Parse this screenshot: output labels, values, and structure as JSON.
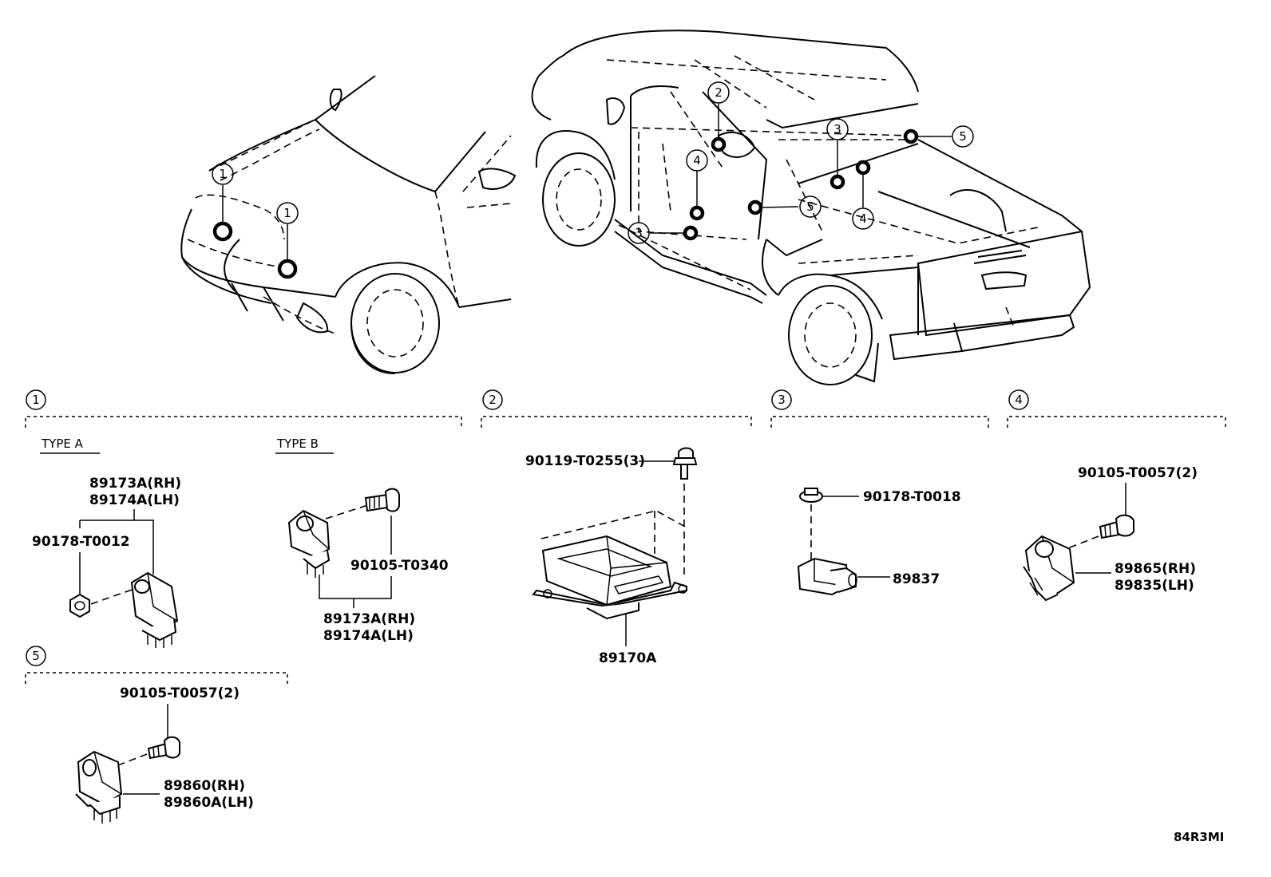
{
  "diagram_id": "84R3MI",
  "sections": [
    {
      "number": "1",
      "types": [
        "TYPE A",
        "TYPE B"
      ]
    },
    {
      "number": "2"
    },
    {
      "number": "3"
    },
    {
      "number": "4"
    },
    {
      "number": "5"
    }
  ],
  "locators": [
    "1",
    "1",
    "2",
    "3",
    "3",
    "4",
    "4",
    "5",
    "5"
  ],
  "parts": {
    "s1_typeA_sensor_rh": "89173A(RH)",
    "s1_typeA_sensor_lh": "89174A(LH)",
    "s1_typeA_nut": "90178-T0012",
    "s1_typeB_bolt": "90105-T0340",
    "s1_typeB_sensor_rh": "89173A(RH)",
    "s1_typeB_sensor_lh": "89174A(LH)",
    "s2_bolt": "90119-T0255(3)",
    "s2_ecu": "89170A",
    "s3_nut": "90178-T0018",
    "s3_sensor": "89837",
    "s4_bolt": "90105-T0057(2)",
    "s4_sensor_rh": "89865(RH)",
    "s4_sensor_lh": "89835(LH)",
    "s5_bolt": "90105-T0057(2)",
    "s5_sensor_rh": "89860(RH)",
    "s5_sensor_lh": "89860A(LH)"
  }
}
